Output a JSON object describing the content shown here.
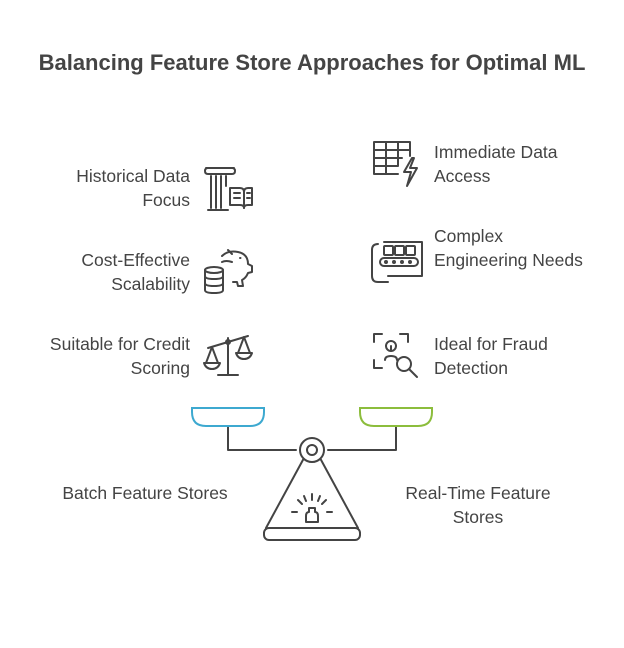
{
  "title": "Balancing Feature Store Approaches for Optimal ML",
  "left": {
    "name": "Batch Feature Stores",
    "color": "#3da9d0",
    "items": [
      {
        "label": "Historical Data Focus",
        "icon": "column-book-icon"
      },
      {
        "label": "Cost-Effective Scalability",
        "icon": "piggy-bank-coins-icon"
      },
      {
        "label": "Suitable for Credit Scoring",
        "icon": "balance-scale-icon"
      }
    ]
  },
  "right": {
    "name": "Real-Time Feature Stores",
    "color": "#8cbd3c",
    "items": [
      {
        "label": "Immediate Data Access",
        "icon": "table-lightning-icon"
      },
      {
        "label": "Complex Engineering Needs",
        "icon": "conveyor-icon"
      },
      {
        "label": "Ideal for Fraud Detection",
        "icon": "scan-search-icon"
      }
    ]
  }
}
